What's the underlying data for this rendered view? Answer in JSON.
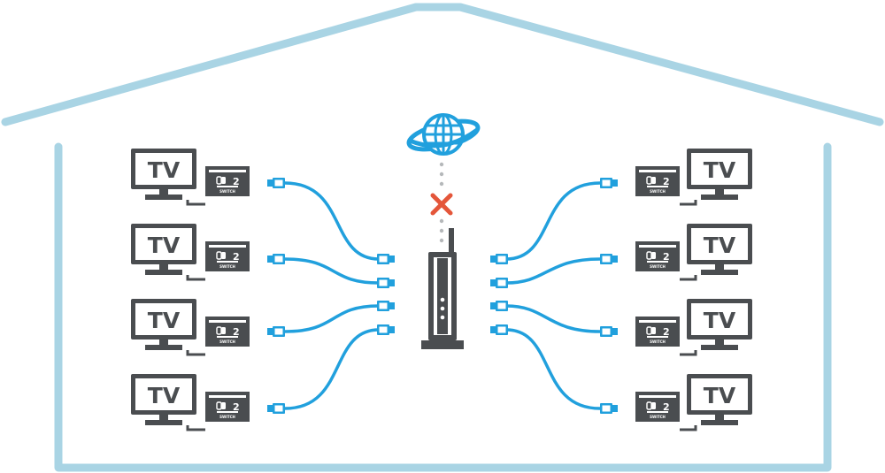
{
  "diagram": {
    "tv_label": "TV",
    "console_badge": "2",
    "console_label": "SWITCH",
    "internet_status_icon": "cross-icon",
    "colors": {
      "house": "#a9d4e4",
      "device": "#4a4d50",
      "cable": "#21a0dd",
      "globe": "#21a0dd",
      "cross": "#e4563a",
      "dots": "#b5b8ba"
    },
    "left_stations": 4,
    "right_stations": 4
  }
}
